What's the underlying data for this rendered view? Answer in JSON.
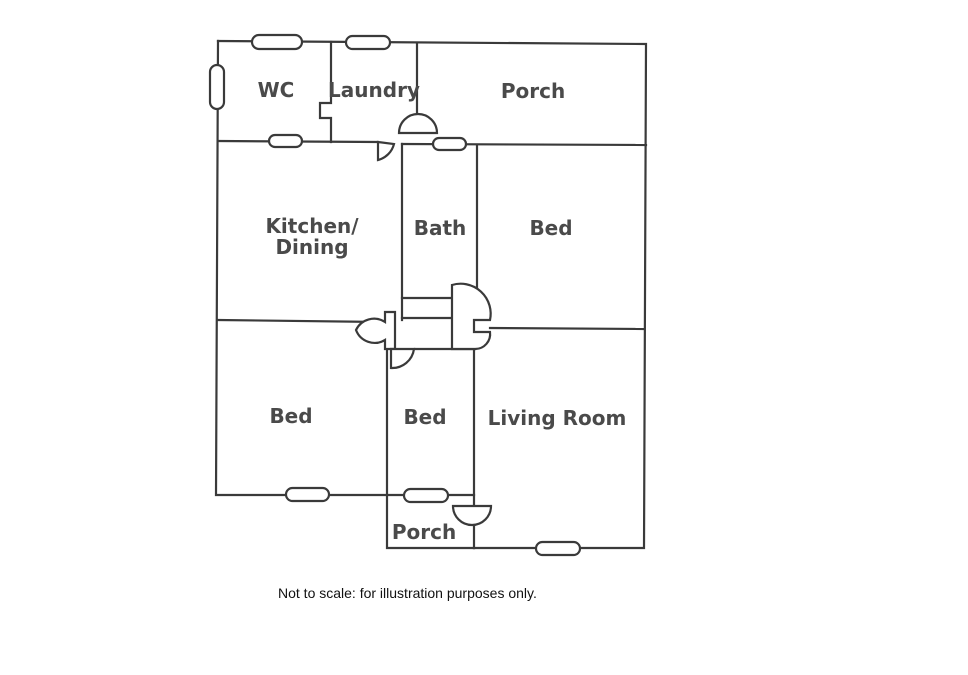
{
  "rooms": {
    "wc": "WC",
    "laundry": "Laundry",
    "porch_top": "Porch",
    "kitchen_line1": "Kitchen/",
    "kitchen_line2": "Dining",
    "bath": "Bath",
    "bed_right": "Bed",
    "bed_left": "Bed",
    "bed_middle": "Bed",
    "living_room": "Living Room",
    "porch_bottom": "Porch"
  },
  "note": "Not to scale: for illustration purposes only."
}
